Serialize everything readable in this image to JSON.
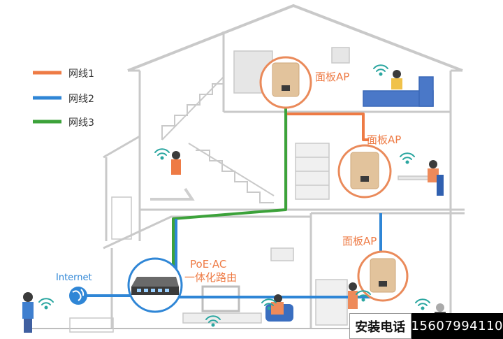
{
  "legend": [
    {
      "label": "网线1",
      "color": "#ee7b45"
    },
    {
      "label": "网线2",
      "color": "#2f86d6"
    },
    {
      "label": "网线3",
      "color": "#3ca23a"
    }
  ],
  "labels": {
    "ap_top": "面板AP",
    "ap_middle": "面板AP",
    "ap_bottom": "面板AP",
    "poe_line1": "PoE·AC",
    "poe_line2": "一体化路由",
    "internet": "Internet"
  },
  "contact": {
    "label": "安装电话",
    "number": "15607994110"
  },
  "colors": {
    "house_line": "#c9c9c9",
    "ap_ring": "#ea8a5a",
    "ap_panel": "#e2c39c",
    "accent_orange": "#ee7b45",
    "cable_blue": "#2f86d6",
    "cable_green": "#3ca23a"
  }
}
